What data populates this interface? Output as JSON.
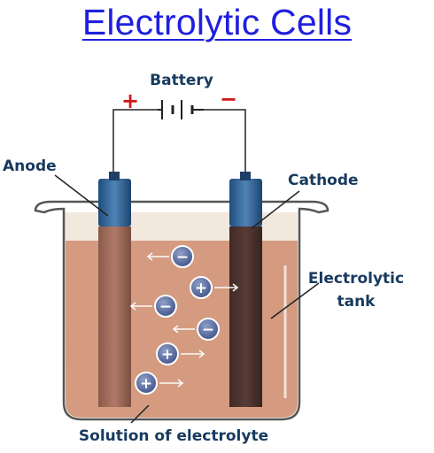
{
  "title": "Electrolytic Cells",
  "labels": {
    "battery": "Battery",
    "positive": "+",
    "negative": "−",
    "anode": "Anode",
    "cathode": "Cathode",
    "tank_line1": "Electrolytic",
    "tank_line2": "tank",
    "solution": "Solution of electrolyte"
  },
  "ions": [
    {
      "sign": "−",
      "kind": "anion"
    },
    {
      "sign": "+",
      "kind": "cation"
    },
    {
      "sign": "−",
      "kind": "anion"
    },
    {
      "sign": "−",
      "kind": "anion"
    },
    {
      "sign": "+",
      "kind": "cation"
    },
    {
      "sign": "+",
      "kind": "cation"
    }
  ],
  "colors": {
    "title": "#1f1fe0",
    "label_text": "#173a5e",
    "polarity_sign": "#d01818",
    "electrode_top": "#2f5f8f",
    "electrolyte": "#d49b80",
    "tank_outline": "#555555",
    "ion_fill": "#4a5f93"
  }
}
